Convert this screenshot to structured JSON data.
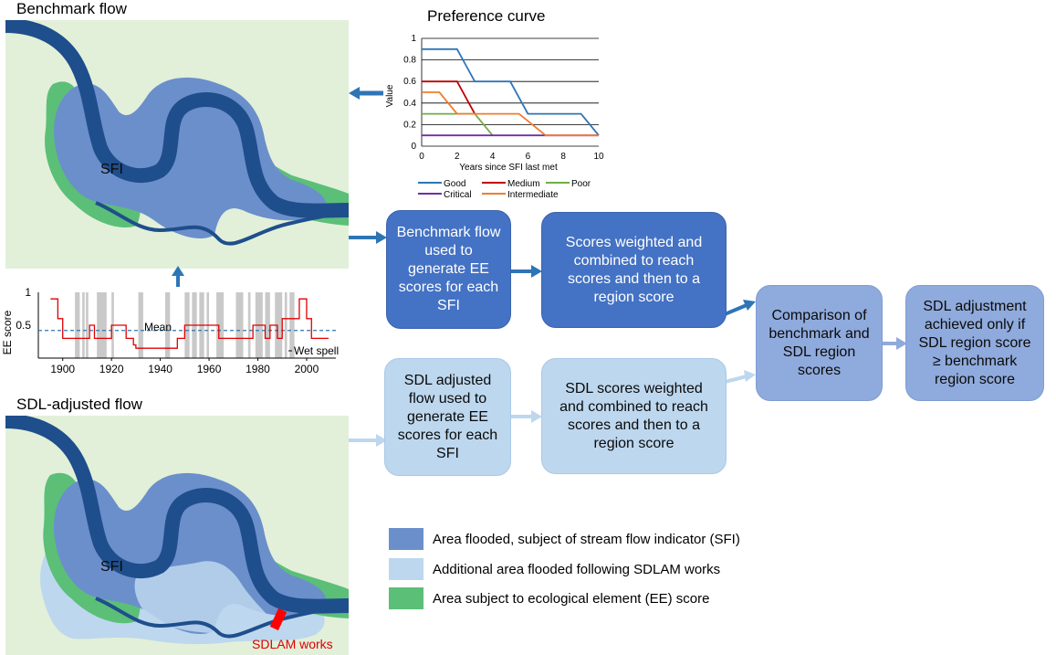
{
  "panels": {
    "benchmark_title": "Benchmark flow",
    "sdl_title": "SDL-adjusted flow",
    "sfi_label": "SFI",
    "sdlam_label": "SDLAM works"
  },
  "preference_curve": {
    "title": "Preference curve",
    "ylabel": "Value",
    "xlabel": "Years since SFI last met",
    "x_ticks": [
      "0",
      "2",
      "4",
      "6",
      "8",
      "10"
    ],
    "y_ticks": [
      "0",
      "0.2",
      "0.4",
      "0.6",
      "0.8",
      "1"
    ],
    "legend": [
      "Good",
      "Medium",
      "Poor",
      "Critical",
      "Intermediate"
    ]
  },
  "ee_chart": {
    "ylabel": "EE score",
    "mean_label": "Mean",
    "wet_spell_label": "Wet spell",
    "x_ticks": [
      "1900",
      "1920",
      "1940",
      "1960",
      "1980",
      "2000"
    ],
    "y_ticks": [
      "0.5",
      "1"
    ]
  },
  "flow": {
    "benchmark_box": "Benchmark flow used to generate EE scores for each SFI",
    "weighted_box": "Scores weighted and combined to reach scores and then to a region score",
    "comparison_box": "Comparison of benchmark and SDL region scores",
    "adjustment_box": "SDL adjustment achieved only if SDL region score ≥ benchmark region score",
    "sdl_box": "SDL adjusted flow used to generate EE scores for each SFI",
    "sdl_weighted_box": "SDL scores weighted and combined to reach scores and then to a region score"
  },
  "legend": [
    {
      "label": "Area flooded, subject of stream flow indicator (SFI)",
      "color": "#6b8fcb"
    },
    {
      "label": "Additional area flooded following SDLAM works",
      "color": "#bdd7ee"
    },
    {
      "label": "Area subject to ecological element (EE) score",
      "color": "#5bbf78"
    }
  ],
  "chart_data": [
    {
      "type": "line",
      "title": "Preference curve",
      "xlabel": "Years since SFI last met",
      "ylabel": "Value",
      "xlim": [
        0,
        10
      ],
      "ylim": [
        0,
        1
      ],
      "series": [
        {
          "name": "Good",
          "color": "#2e75b6",
          "x": [
            0,
            2,
            3,
            5,
            6,
            9,
            10
          ],
          "y": [
            0.9,
            0.9,
            0.6,
            0.6,
            0.3,
            0.3,
            0.1
          ]
        },
        {
          "name": "Medium",
          "color": "#c00000",
          "x": [
            0,
            2,
            3
          ],
          "y": [
            0.6,
            0.6,
            0.3
          ]
        },
        {
          "name": "Poor",
          "color": "#70ad47",
          "x": [
            0,
            3,
            4
          ],
          "y": [
            0.3,
            0.3,
            0.1
          ]
        },
        {
          "name": "Critical",
          "color": "#7030a0",
          "x": [
            0,
            10
          ],
          "y": [
            0.1,
            0.1
          ]
        },
        {
          "name": "Intermediate",
          "color": "#ed7d31",
          "x": [
            0,
            1,
            2,
            5.5,
            7,
            10
          ],
          "y": [
            0.5,
            0.5,
            0.3,
            0.3,
            0.1,
            0.1
          ]
        }
      ]
    },
    {
      "type": "line",
      "ylabel": "EE score",
      "xlim": [
        1890,
        2012
      ],
      "ylim": [
        0,
        1
      ],
      "mean": 0.42,
      "series": [
        {
          "color": "#e00000",
          "x": [
            1895,
            1898,
            1898,
            1900,
            1900,
            1903,
            1903,
            1911,
            1911,
            1913,
            1913,
            1916,
            1916,
            1920,
            1920,
            1926,
            1926,
            1929,
            1929,
            1930,
            1930,
            1947,
            1947,
            1950,
            1950,
            1952,
            1952,
            1958,
            1958,
            1964,
            1964,
            1968,
            1968,
            1973,
            1973,
            1976,
            1976,
            1978,
            1978,
            1983,
            1983,
            1985,
            1985,
            1988,
            1988,
            1990,
            1990,
            1994,
            1994,
            1997,
            1997,
            2000,
            2000,
            2002,
            2002,
            2006,
            2006,
            2009
          ],
          "y": [
            0.9,
            0.9,
            0.6,
            0.6,
            0.3,
            0.3,
            0.3,
            0.3,
            0.5,
            0.5,
            0.3,
            0.3,
            0.3,
            0.3,
            0.5,
            0.5,
            0.3,
            0.3,
            0.2,
            0.2,
            0.15,
            0.15,
            0.3,
            0.3,
            0.5,
            0.5,
            0.5,
            0.5,
            0.5,
            0.5,
            0.3,
            0.3,
            0.3,
            0.3,
            0.3,
            0.3,
            0.3,
            0.3,
            0.5,
            0.5,
            0.3,
            0.3,
            0.5,
            0.5,
            0.3,
            0.3,
            0.6,
            0.6,
            0.6,
            0.6,
            0.9,
            0.9,
            0.6,
            0.6,
            0.3,
            0.3,
            0.3,
            0.3
          ]
        }
      ],
      "wet_spells": [
        [
          1905,
          1907
        ],
        [
          1908,
          1909
        ],
        [
          1909.5,
          1910.5
        ],
        [
          1914,
          1918
        ],
        [
          1920,
          1921
        ],
        [
          1931,
          1933
        ],
        [
          1942,
          1944
        ],
        [
          1950,
          1952
        ],
        [
          1953,
          1955
        ],
        [
          1956,
          1958
        ],
        [
          1959,
          1960
        ],
        [
          1963,
          1966
        ],
        [
          1971,
          1974
        ],
        [
          1976,
          1977
        ],
        [
          1979,
          1982
        ],
        [
          1983,
          1985
        ],
        [
          1987,
          1990
        ],
        [
          1991,
          1992
        ],
        [
          1993,
          1995
        ]
      ]
    }
  ]
}
